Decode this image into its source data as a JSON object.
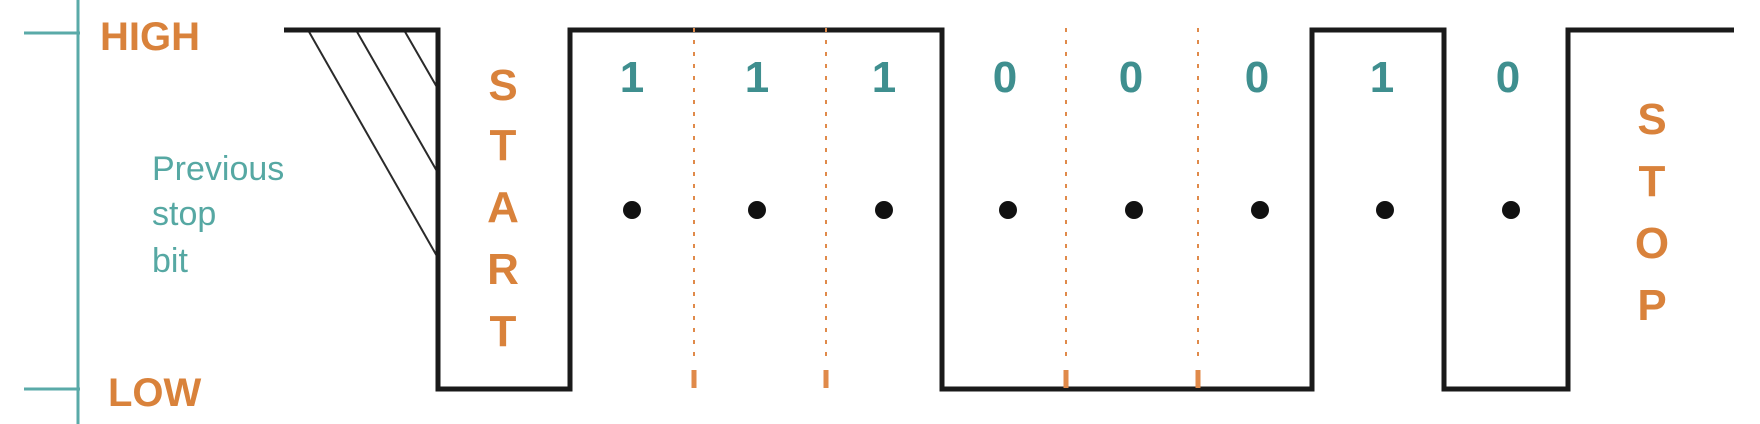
{
  "levels": {
    "high": "HIGH",
    "low": "LOW"
  },
  "previous_stop_bit": {
    "lines": [
      "Previous",
      "stop",
      "bit"
    ]
  },
  "start_label": [
    "S",
    "T",
    "A",
    "R",
    "T"
  ],
  "stop_label": [
    "S",
    "T",
    "O",
    "P"
  ],
  "bits": [
    "1",
    "1",
    "1",
    "0",
    "0",
    "0",
    "1",
    "0"
  ],
  "colors": {
    "label_orange": "#d9823b",
    "bit_teal": "#3f8f8f",
    "caption_teal": "#56a8a3",
    "axis_teal": "#5aaaa8",
    "signal_black": "#1a1a1a"
  }
}
